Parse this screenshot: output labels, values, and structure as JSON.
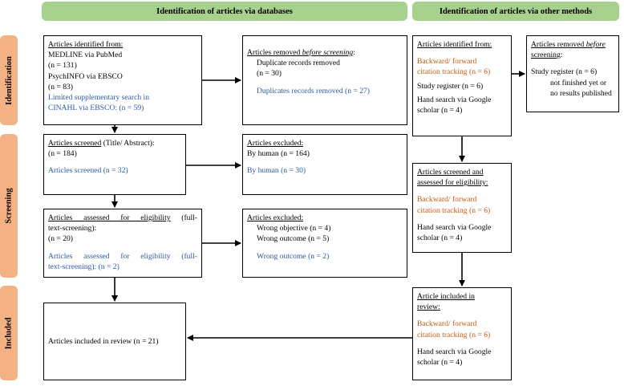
{
  "headers": {
    "databases": "Identification of articles via databases",
    "other": "Identification of articles via other methods"
  },
  "stages": {
    "identification": "Identification",
    "screening": "Screening",
    "included": "Included"
  },
  "db_identified": {
    "title": "Articles identified from:",
    "line1": "MEDLINE via PubMed",
    "line2": "(n = 131)",
    "line3": "PsychINFO via EBSCO",
    "line4": "(n = 83)",
    "blue1": "Limited supplementary search in",
    "blue2": "CINAHL via EBSCO: (n = 59)"
  },
  "db_removed": {
    "title_a": "Articles removed ",
    "title_em": "before screening",
    "title_b": ":",
    "line1": "Duplicate records removed",
    "line2": "(n = 30)",
    "blue1": "Duplicates records removed (n = 27)"
  },
  "db_screened": {
    "title_u": "Articles screened",
    "title_rest": " (Title/ Abstract):",
    "line1": "(n = 184)",
    "blue1": "Articles screened (n = 32)"
  },
  "db_excluded1": {
    "title": "Articles excluded:",
    "line1": "By human (n = 164)",
    "blue1": "By human (n = 30)"
  },
  "db_assessed": {
    "title_u": "Articles assessed for eligibility",
    "title_rest": " (full-",
    "title2": "text-screening):",
    "line1": "(n = 20)",
    "blue1": "Articles assessed for eligibility (full-",
    "blue2": "text-screening): (n = 2)"
  },
  "db_excluded2": {
    "title": "Articles excluded:",
    "line1": "Wrong objective (n = 4)",
    "line2": "Wrong outcome (n = 5)",
    "blue1": "Wrong outcome (n = 2)"
  },
  "db_included": {
    "line1": "Articles included in review (n = 21)"
  },
  "om_identified": {
    "title": "Articles identified from:",
    "orange1": "Backward/ forward",
    "orange2": "citation tracking (n = 6)",
    "line1": "Study register (n = 6)",
    "line2": "Hand search via Google",
    "line3": "scholar (n = 4)"
  },
  "om_removed": {
    "title_a": "Articles removed ",
    "title_em": "before",
    "title2": "screening",
    "title_b": ":",
    "line1": "Study register (n = 6)",
    "line2": "not finished yet or",
    "line3": "no results published"
  },
  "om_screened": {
    "title1": "Articles screened and",
    "title2": "assessed for eligibility:",
    "orange1": "Backward/ forward",
    "orange2": "citation tracking (n = 6)",
    "line1": "Hand search via Google",
    "line2": "scholar (n = 4)"
  },
  "om_included": {
    "title1": "Article included in",
    "title2": "review:",
    "orange1": "Backward/ forward",
    "orange2": "citation tracking (n = 6)",
    "line1": "Hand search via Google",
    "line2": "scholar (n = 4)"
  },
  "colors": {
    "header_green": "#a9d18e",
    "stage_orange": "#f4b183",
    "blue_text": "#2e5aa6",
    "orange_text": "#c55a11"
  }
}
